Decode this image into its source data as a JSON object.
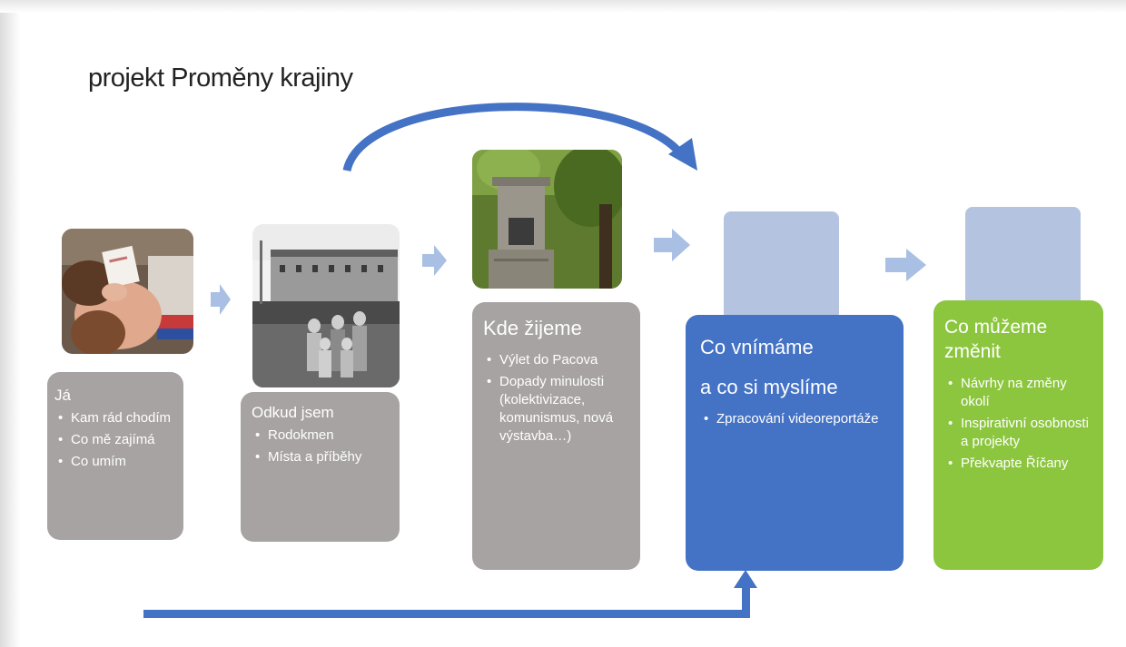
{
  "title": "projekt Proměny krajiny",
  "colors": {
    "grey_box": "#a7a3a2",
    "blue_box": "#4472c4",
    "green_box": "#8cc63f",
    "tab": "#b4c3e0",
    "arrow": "#4472c4",
    "small_arrow": "#a9bfe3"
  },
  "photos": [
    {
      "name": "photo-child",
      "icon": "child-photo"
    },
    {
      "name": "photo-family",
      "icon": "family-photo"
    },
    {
      "name": "photo-monument",
      "icon": "monument-photo"
    }
  ],
  "boxes": {
    "ja": {
      "heading": "Já",
      "items": [
        "Kam rád chodím",
        "Co mě zajímá",
        "Co umím"
      ]
    },
    "odkud": {
      "heading": "Odkud jsem",
      "items": [
        "Rodokmen",
        "Místa a příběhy"
      ]
    },
    "kde": {
      "heading": "Kde žijeme",
      "items": [
        "Výlet do Pacova",
        "Dopady minulosti (kolektivizace, komunismus, nová výstavba…)"
      ]
    },
    "vnimame": {
      "heading_line1": "Co vnímáme",
      "heading_line2": "a co si myslíme",
      "items": [
        "Zpracování videoreportáže"
      ]
    },
    "zmenit": {
      "heading": "Co můžeme změnit",
      "items": [
        "Návrhy na změny okolí",
        "Inspirativní osobnosti a projekty",
        "Překvapte Říčany"
      ]
    }
  }
}
